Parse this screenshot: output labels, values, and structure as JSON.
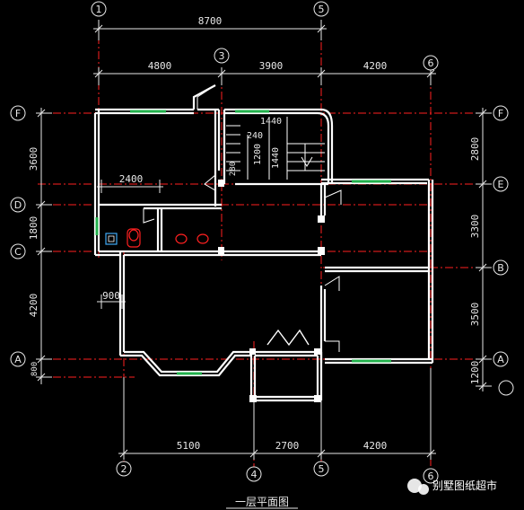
{
  "drawing": {
    "title": "一层平面图",
    "watermark": "别墅图纸超市"
  },
  "axes": {
    "top_outer": [
      "1",
      "5"
    ],
    "top_inner": [
      "3",
      "6"
    ],
    "bottom": [
      "2",
      "4",
      "5",
      "6"
    ],
    "left": [
      "F",
      "D",
      "C",
      "A"
    ],
    "right": [
      "F",
      "E",
      "B",
      "A"
    ]
  },
  "dimensions": {
    "top_total": "8700",
    "top_segments": [
      "4800",
      "3900",
      "4200"
    ],
    "bottom_segments": [
      "5100",
      "2700",
      "4200"
    ],
    "left_segments": [
      "3600",
      "1800",
      "4200",
      "800"
    ],
    "right_segments": [
      "2800",
      "3300",
      "3500",
      "1200"
    ],
    "inner_2400": "2400",
    "inner_900": "900",
    "stair_1440a": "1440",
    "stair_1440b": "1440",
    "stair_1200": "1200",
    "stair_240": "240",
    "stair_280": "280"
  },
  "colors": {
    "wall": "#ffffff",
    "axis": "#ff2020",
    "window": "#22b14c",
    "dim_line": "#e8e8e8",
    "fixture": "#ff2020",
    "bg": "#000000"
  }
}
